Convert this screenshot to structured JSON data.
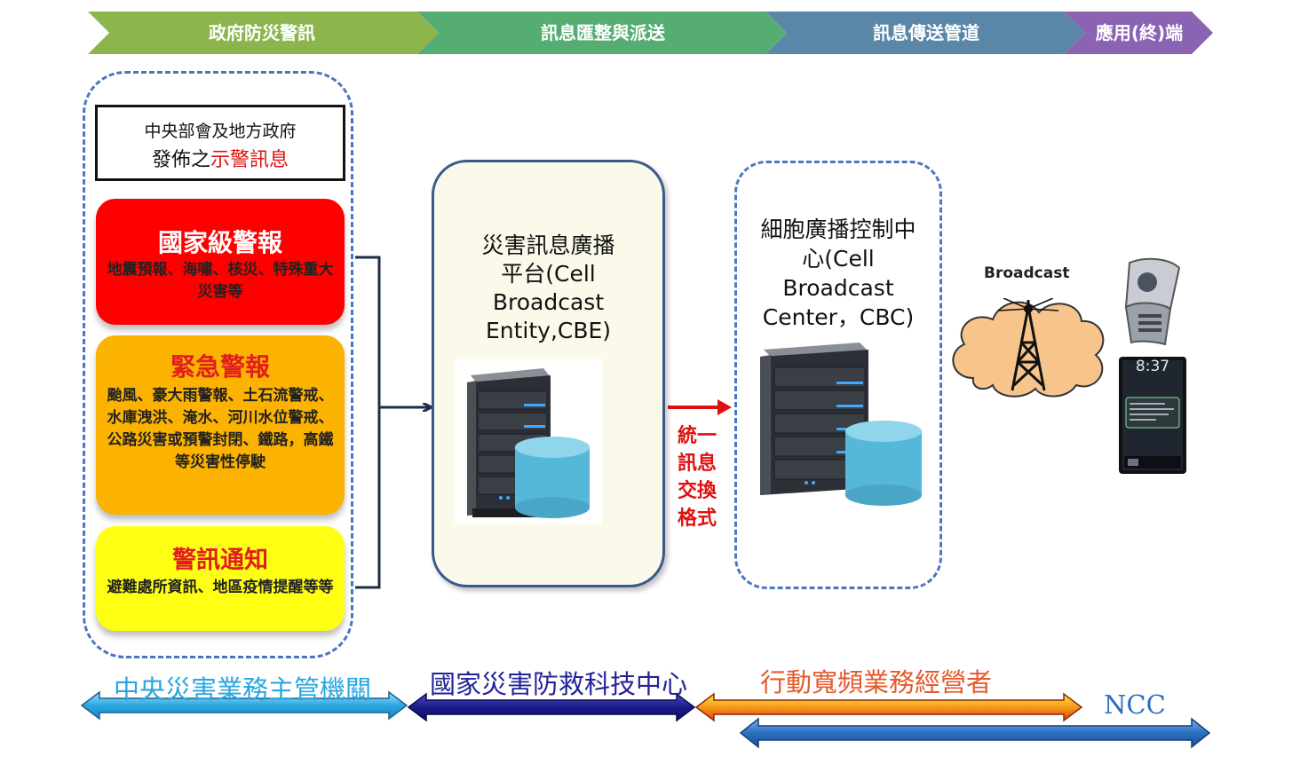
{
  "header": {
    "stage1": "政府防災警訊",
    "stage2": "訊息匯整與派送",
    "stage3": "訊息傳送管道",
    "stage4": "應用(終)端",
    "colors": {
      "stage1": "#8db54d",
      "stage2": "#55ad72",
      "stage3": "#5a87a8",
      "stage4": "#8a63b2"
    }
  },
  "source": {
    "line1": "中央部會及地方政府",
    "line2_black": "發佈之",
    "line2_red": "示警訊息"
  },
  "alerts": [
    {
      "title": "國家級警報",
      "desc": "地震預報、海嘯、核災、特殊重大災害等",
      "color": "#ff0000"
    },
    {
      "title": "緊急警報",
      "desc": "颱風、豪大雨警報、土石流警戒、水庫洩洪、淹水、河川水位警戒、公路災害或預警封閉、鐵路，高鐵等災害性停駛",
      "color": "#fbb200"
    },
    {
      "title": "警訊通知",
      "desc": "避難處所資訊、地區疫情提醒等等",
      "color": "#ffff14"
    }
  ],
  "cbe": {
    "label_lines": [
      "災害訊息廣播",
      "平台(Cell",
      "Broadcast",
      "Entity,CBE)"
    ]
  },
  "exchange": {
    "lines": [
      "統一",
      "訊息",
      "交換",
      "格式"
    ]
  },
  "cbc": {
    "label_lines": [
      "細胞廣播控制中",
      "心(Cell",
      "Broadcast",
      "Center，CBC)"
    ]
  },
  "broadcast": {
    "label": "Broadcast"
  },
  "phone": {
    "time": "8:37"
  },
  "orgs": {
    "central": "中央災害業務主管機關",
    "ncdr": "國家災害防救科技中心",
    "operators": "行動寬頻業務經營者",
    "ncc": "NCC",
    "colors": {
      "central": "#29a7e1",
      "ncdr": "#23239a",
      "operators": "#e45a2c",
      "ncc": "#2d6fc0"
    }
  }
}
